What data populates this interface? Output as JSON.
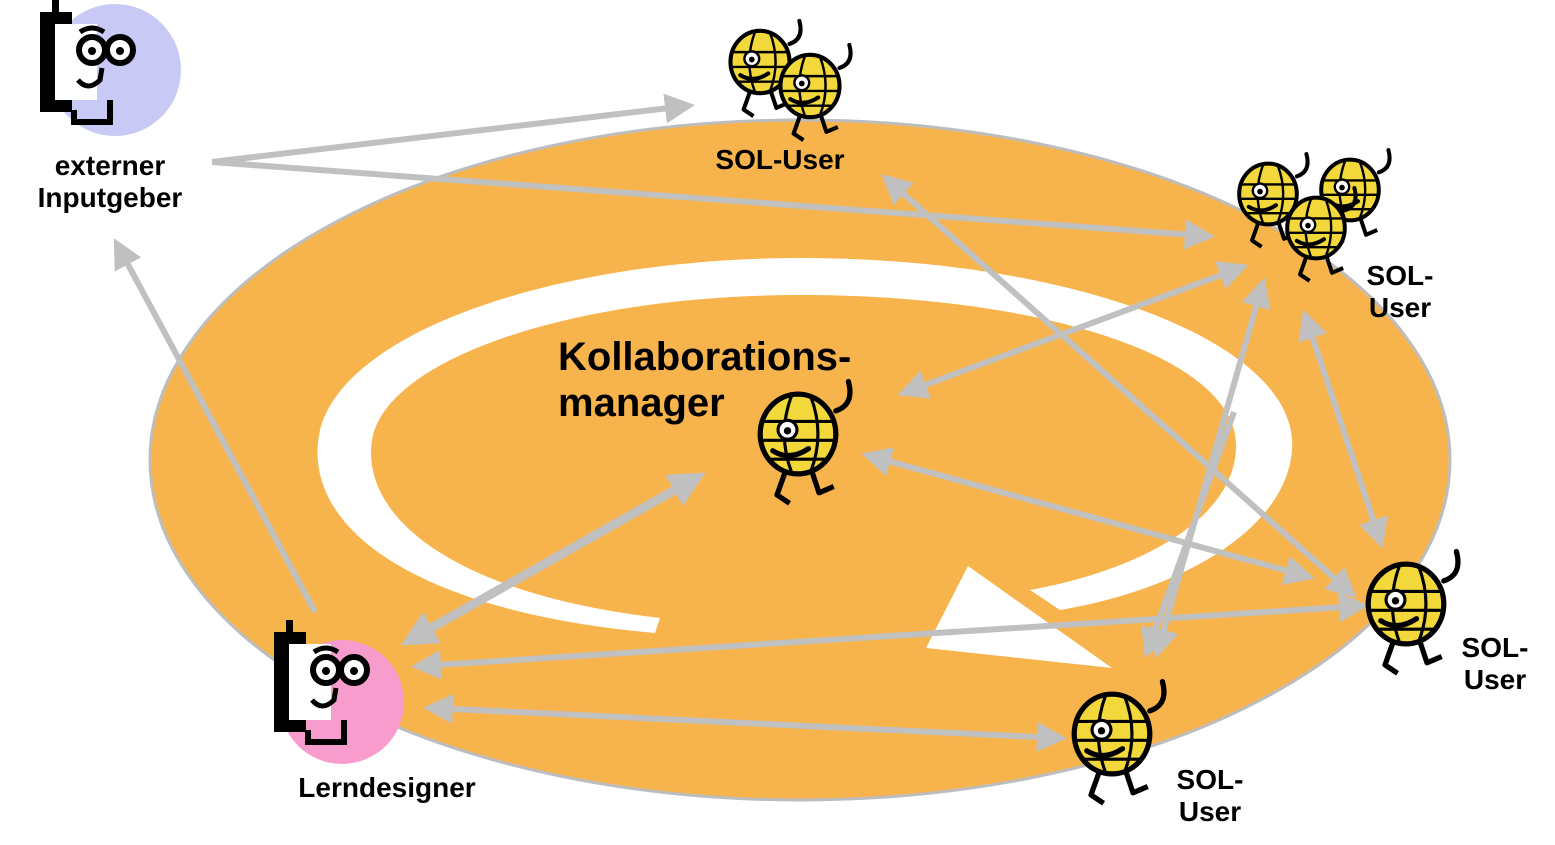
{
  "colors": {
    "background": "#ffffff",
    "ellipse_fill": "#f8b44c",
    "ellipse_stroke": "#bdbdbd",
    "swirl": "#ffffff",
    "arrow": "#c0c0c0",
    "globe_fill": "#f3d83c",
    "external_head_bg": "#c9c9f5",
    "designer_head_bg": "#f79ccc",
    "outline": "#000000"
  },
  "icons": {
    "external": "thinking-person-icon",
    "designer": "thinking-person-icon",
    "user": "walking-globe-icon"
  },
  "labels": {
    "external_line1": "externer",
    "external_line2": "Inputgeber",
    "manager_line1": "Kollaborations-",
    "manager_line2": "manager",
    "sol_top": "SOL-User",
    "sol_right_top_1": "SOL-",
    "sol_right_top_2": "User",
    "sol_right_1": "SOL-",
    "sol_right_2": "User",
    "sol_bottom_1": "SOL-",
    "sol_bottom_2": "User",
    "designer": "Lerndesigner"
  }
}
